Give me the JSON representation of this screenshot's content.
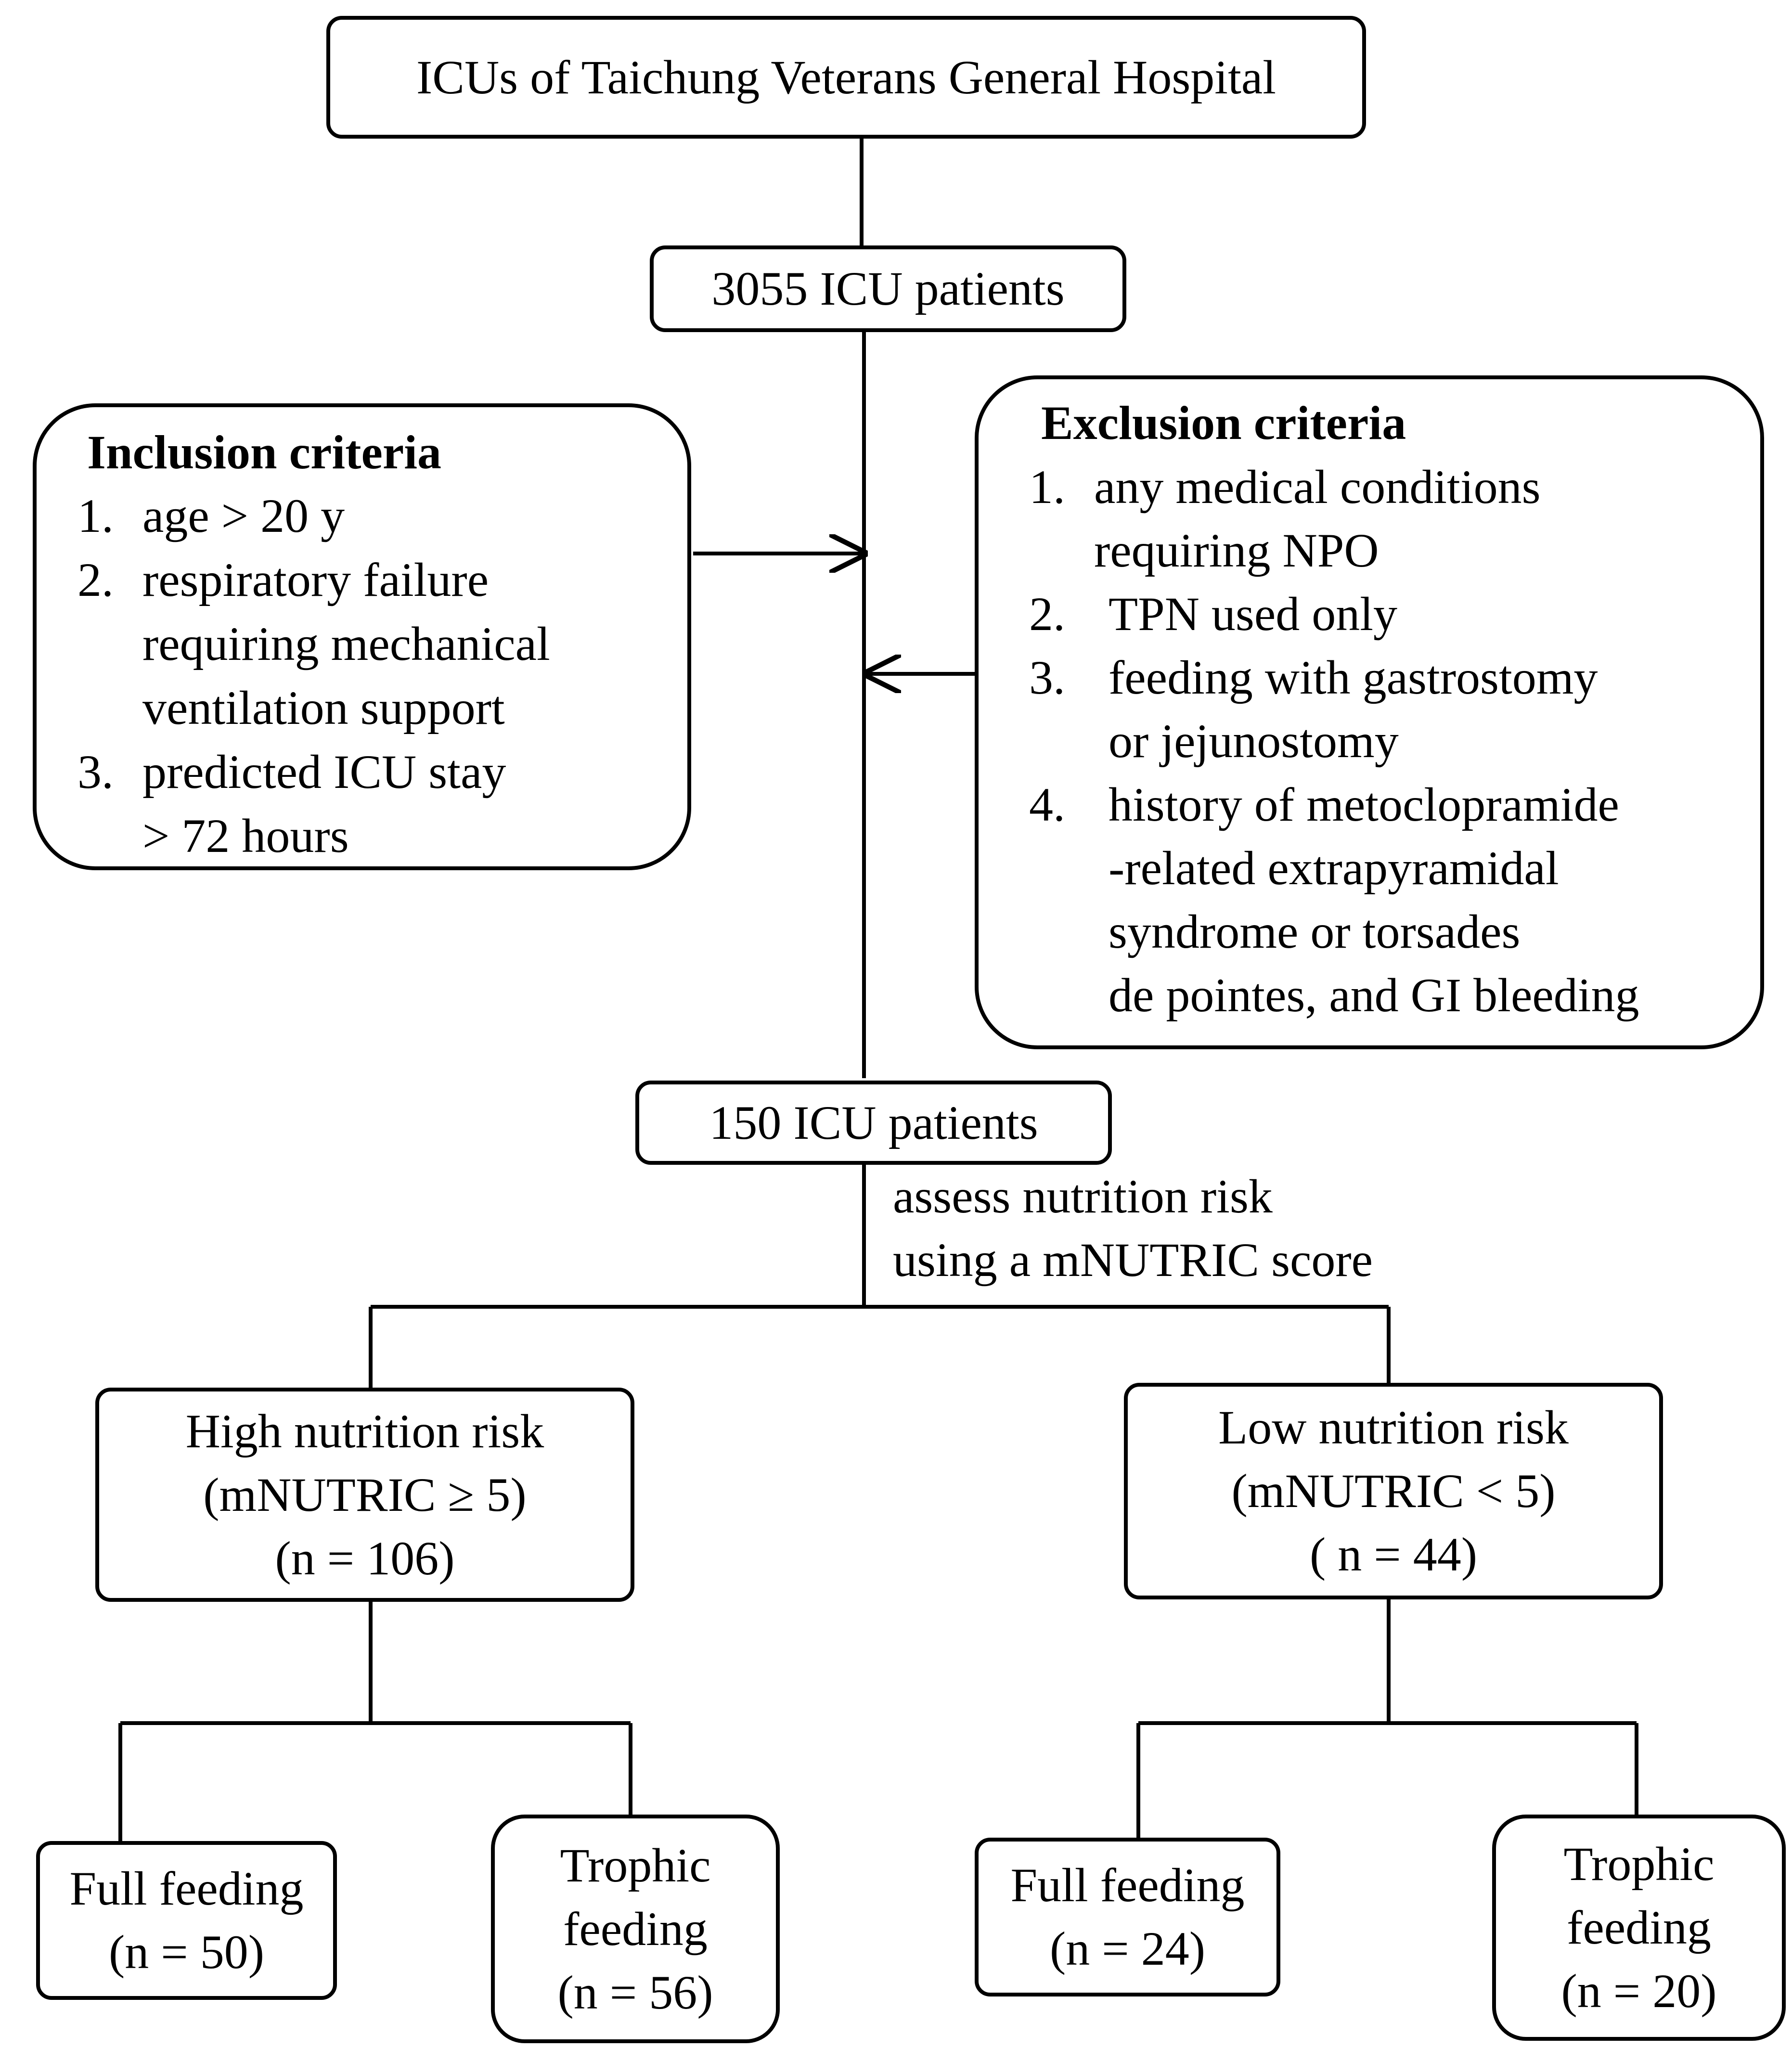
{
  "hospital": "ICUs of Taichung Veterans General Hospital",
  "screened": "3055 ICU patients",
  "inclusion": {
    "title": "Inclusion criteria",
    "items": [
      {
        "num": "1.",
        "lines": [
          "age > 20 y"
        ]
      },
      {
        "num": "2.",
        "lines": [
          "respiratory failure",
          "requiring mechanical",
          "ventilation support"
        ]
      },
      {
        "num": "3.",
        "lines": [
          "predicted ICU stay",
          "> 72 hours"
        ]
      }
    ]
  },
  "exclusion": {
    "title": "Exclusion criteria",
    "items": [
      {
        "num": "1.",
        "lines": [
          "any medical conditions",
          "requiring NPO"
        ]
      },
      {
        "num": "2.",
        "lines": [
          "TPN used only"
        ]
      },
      {
        "num": "3.",
        "lines": [
          "feeding with gastrostomy",
          "or jejunostomy"
        ]
      },
      {
        "num": "4.",
        "lines": [
          "history of metoclopramide",
          "-related extrapyramidal",
          "syndrome or torsades",
          "de pointes, and GI bleeding"
        ]
      }
    ]
  },
  "enrolled": "150 ICU patients",
  "assessment": [
    "assess nutrition risk",
    "using a mNUTRIC score"
  ],
  "high_risk": {
    "title": "High nutrition risk",
    "criterion": "(mNUTRIC ≥ 5)",
    "n": "(n = 106)"
  },
  "low_risk": {
    "title": "Low nutrition risk",
    "criterion": "(mNUTRIC < 5)",
    "n": "( n = 44)"
  },
  "high_full": {
    "label": "Full feeding",
    "n": "(n = 50)"
  },
  "high_trophic": {
    "label1": "Trophic",
    "label2": "feeding",
    "n": "(n = 56)"
  },
  "low_full": {
    "label": "Full feeding",
    "n": "(n = 24)"
  },
  "low_trophic": {
    "label1": "Trophic",
    "label2": "feeding",
    "n": "(n = 20)"
  }
}
